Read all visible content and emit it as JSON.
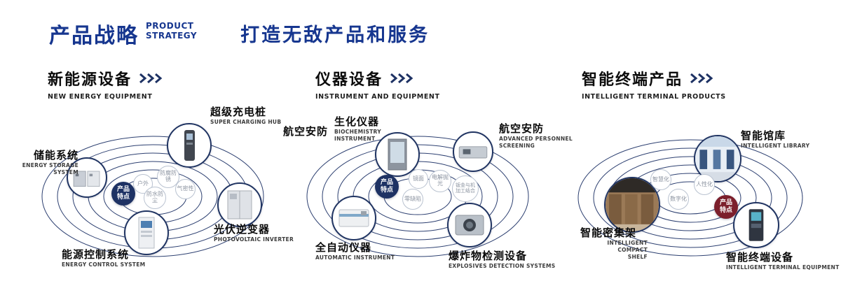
{
  "header": {
    "title_cn": "产品战略",
    "title_en": [
      "PRODUCT",
      "STRATEGY"
    ],
    "slogan": "打造无敌产品和服务"
  },
  "colors": {
    "brand_blue": "#16368f",
    "orbit_navy": "#2c3f70",
    "badge_navy": "#1e3264",
    "badge_red": "#7c1f2c"
  },
  "sections": {
    "energy": {
      "title": "新能源设备",
      "subtitle": "NEW ENERGY EQUIPMENT",
      "badge": "产品特点",
      "tags": {
        "outdoor": "户外",
        "anticorrosion": "防腐防锈",
        "airtight": "气密性",
        "waterproof": "防水防尘"
      },
      "nodes": {
        "storage": {
          "label": "储能系统",
          "sub1": "ENERGY STORAGE",
          "sub2": "SYSTEM"
        },
        "charging": {
          "label": "超级充电桩",
          "sub": "SUPER CHARGING HUB"
        },
        "inverter": {
          "label": "光伏逆变器",
          "sub": "PHOTOVOLTAIC INVERTER"
        },
        "control": {
          "label": "能源控制系统",
          "sub": "ENERGY CONTROL SYSTEM"
        }
      }
    },
    "instrument": {
      "title": "仪器设备",
      "subtitle": "INSTRUMENT AND EQUIPMENT",
      "badge": "产品特点",
      "aviation_left": "航空安防",
      "tags": {
        "mirror": "镜面",
        "electropolish": "电解抛光",
        "zerodefect": "零缺陷",
        "sheetmetal": "钣金与机加工结合"
      },
      "nodes": {
        "biochem": {
          "label": "生化仪器",
          "sub1": "BIOCHEMISTRY",
          "sub2": "INSTRUMENT"
        },
        "aviation": {
          "label": "航空安防",
          "sub1": "ADVANCED PERSONNEL",
          "sub2": "SCREENING"
        },
        "automatic": {
          "label": "全自动仪器",
          "sub": "AUTOMATIC INSTRUMENT"
        },
        "explosives": {
          "label": "爆炸物检测设备",
          "sub": "EXPLOSIVES DETECTION SYSTEMS"
        }
      }
    },
    "terminal": {
      "title": "智能终端产品",
      "subtitle": "INTELLIGENT TERMINAL PRODUCTS",
      "badge": "产品特点",
      "tags": {
        "smart": "智慧化",
        "humanized": "人性化",
        "digital": "数字化"
      },
      "nodes": {
        "library": {
          "label": "智能馆库",
          "sub": "INTELLIGENT LIBRARY"
        },
        "shelf": {
          "label": "智能密集架",
          "sub1": "INTELLIGENT COMPACT",
          "sub2": "SHELF"
        },
        "terminal": {
          "label": "智能终端设备",
          "sub": "INTELLIGENT TERMINAL EQUIPMENT"
        }
      }
    }
  }
}
